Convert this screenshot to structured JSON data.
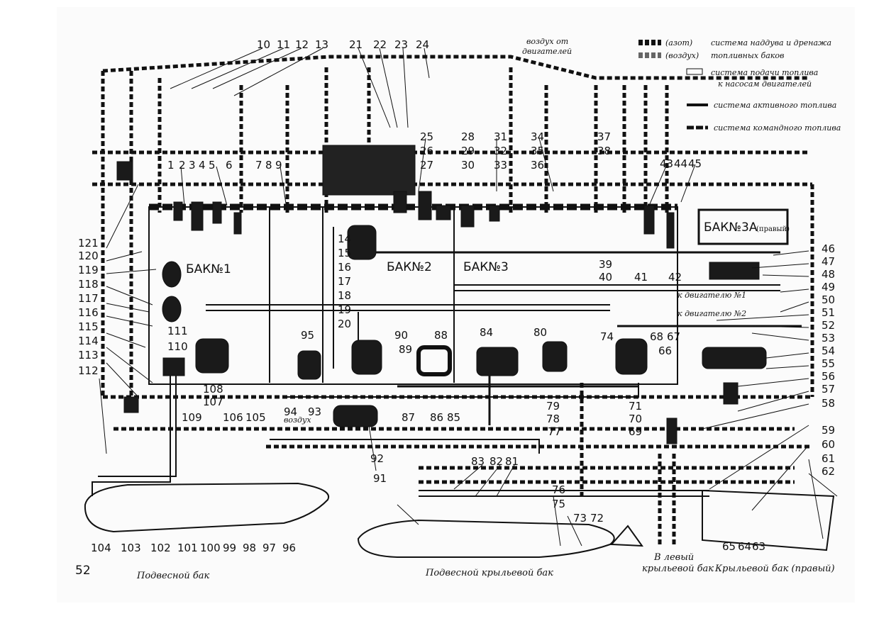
{
  "page_number": "52",
  "tanks": {
    "tank1": "БАК№1",
    "tank2": "БАК№2",
    "tank3": "БАК№3",
    "tank3a": "БАК№3А",
    "tank3a_side": "(правый)"
  },
  "legend": {
    "nitrogen": "(азот)",
    "air": "(воздух)",
    "pressurization": "система наддува и дренажа",
    "pressurization_2": "топливных баков",
    "feed": "система подачи топлива",
    "feed_2": "к насосам двигателей",
    "active": "система активного топлива",
    "command": "система командного топлива",
    "air_from_engines": "воздух от",
    "air_from_engines_2": "двигателей"
  },
  "annotations": {
    "to_engine_1": "к двигателю №1",
    "to_engine_2": "к двигателю №2",
    "air": "воздух",
    "to_left_wing_tank": "В левый",
    "to_left_wing_tank_2": "крыльевой бак"
  },
  "captions": {
    "drop_tank": "Подвесной бак",
    "wing_drop_tank": "Подвесной крыльевой бак",
    "wing_tank_right": "Крыльевой бак (правый)"
  },
  "callouts": [
    "1",
    "2",
    "3",
    "4",
    "5",
    "6",
    "7",
    "8",
    "9",
    "10",
    "11",
    "12",
    "13",
    "14",
    "15",
    "16",
    "17",
    "18",
    "19",
    "20",
    "21",
    "22",
    "23",
    "24",
    "25",
    "26",
    "27",
    "28",
    "29",
    "30",
    "31",
    "32",
    "33",
    "34",
    "35",
    "36",
    "37",
    "38",
    "39",
    "40",
    "41",
    "42",
    "43",
    "44",
    "45",
    "46",
    "47",
    "48",
    "49",
    "50",
    "51",
    "52",
    "53",
    "54",
    "55",
    "56",
    "57",
    "58",
    "59",
    "60",
    "61",
    "62",
    "63",
    "64",
    "65",
    "66",
    "67",
    "68",
    "69",
    "70",
    "71",
    "72",
    "73",
    "74",
    "75",
    "76",
    "77",
    "78",
    "79",
    "80",
    "81",
    "82",
    "83",
    "84",
    "85",
    "86",
    "87",
    "88",
    "89",
    "90",
    "91",
    "92",
    "93",
    "94",
    "95",
    "96",
    "97",
    "98",
    "99",
    "100",
    "101",
    "102",
    "103",
    "104",
    "105",
    "106",
    "107",
    "108",
    "109",
    "110",
    "111",
    "112",
    "113",
    "114",
    "115",
    "116",
    "117",
    "118",
    "119",
    "120",
    "121"
  ]
}
